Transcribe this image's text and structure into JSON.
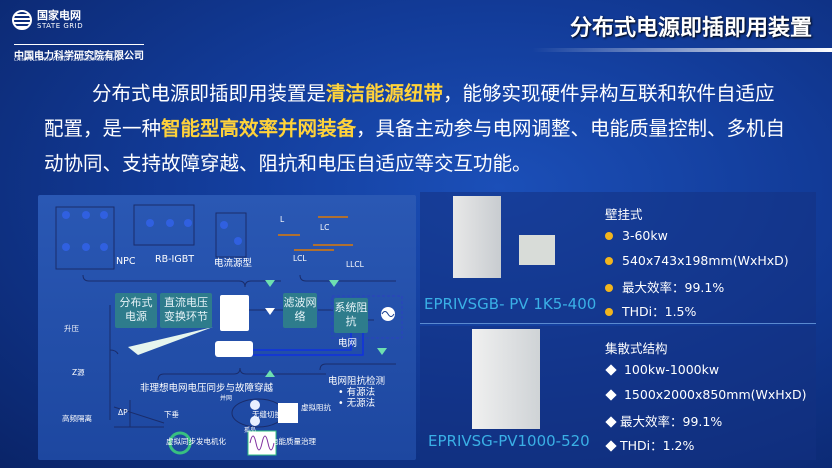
{
  "header": {
    "logo_cn": "国家电网",
    "logo_en": "STATE GRID",
    "institute_cn": "中国电力科学研究院有限公司",
    "institute_en": "CHINA ELECTRIC POWER RESEARCH INSTITUTE",
    "title": "分布式电源即插即用装置"
  },
  "intro": {
    "p1": "分布式电源即插即用装置是",
    "h1": "清洁能源纽带",
    "p2": "，能够实现硬件异构互联和软件自适应配置，是一种",
    "h2": "智能型高效率并网装备",
    "p3": "，具备主动参与电网调整、电能质量控制、多机自动协同、支持故障穿越、阻抗和电压自适应等交互功能。",
    "highlight_color": "#ffd23a"
  },
  "diagram": {
    "topologies": [
      "NPC",
      "RB-IGBT",
      "电流源型"
    ],
    "filters": [
      "L",
      "LC",
      "LCL",
      "LLCL"
    ],
    "dc_side": [
      "升压",
      "Z源",
      "高频隔离"
    ],
    "blocks": {
      "source": "分布式电源",
      "dcdc": "直流电压变换环节",
      "filter": "滤波网络",
      "impedance": "系统阻抗",
      "grid": "电网"
    },
    "grid_detect": {
      "title": "电网阻抗检测",
      "items": [
        "有源法",
        "无源法"
      ]
    },
    "ride_through": {
      "title": "非理想电网电压同步与故障穿越",
      "droop": "下垂",
      "delta_p": "ΔP",
      "grid_tied": "并网",
      "island": "孤岛",
      "seamless": "无缝切换",
      "virtual_impedance": "虚拟阻抗",
      "vsg": "虚拟同步发电机化",
      "pq": "电能质量治理"
    }
  },
  "products": [
    {
      "type": "壁挂式",
      "bullet": "circle",
      "specs": [
        "3-60kw",
        "540x743x198mm(WxHxD)",
        "最大效率：99.1%",
        "THDi：1.5%"
      ],
      "model": "EPRIVSGB- PV 1K5-400"
    },
    {
      "type": "集散式结构",
      "bullet": "diamond",
      "specs": [
        "100kw-1000kw",
        "1500x2000x850mm(WxHxD)",
        "最大效率：99.1%",
        "THDi：1.2%"
      ],
      "model": "EPRIVSG-PV1000-520"
    }
  ]
}
